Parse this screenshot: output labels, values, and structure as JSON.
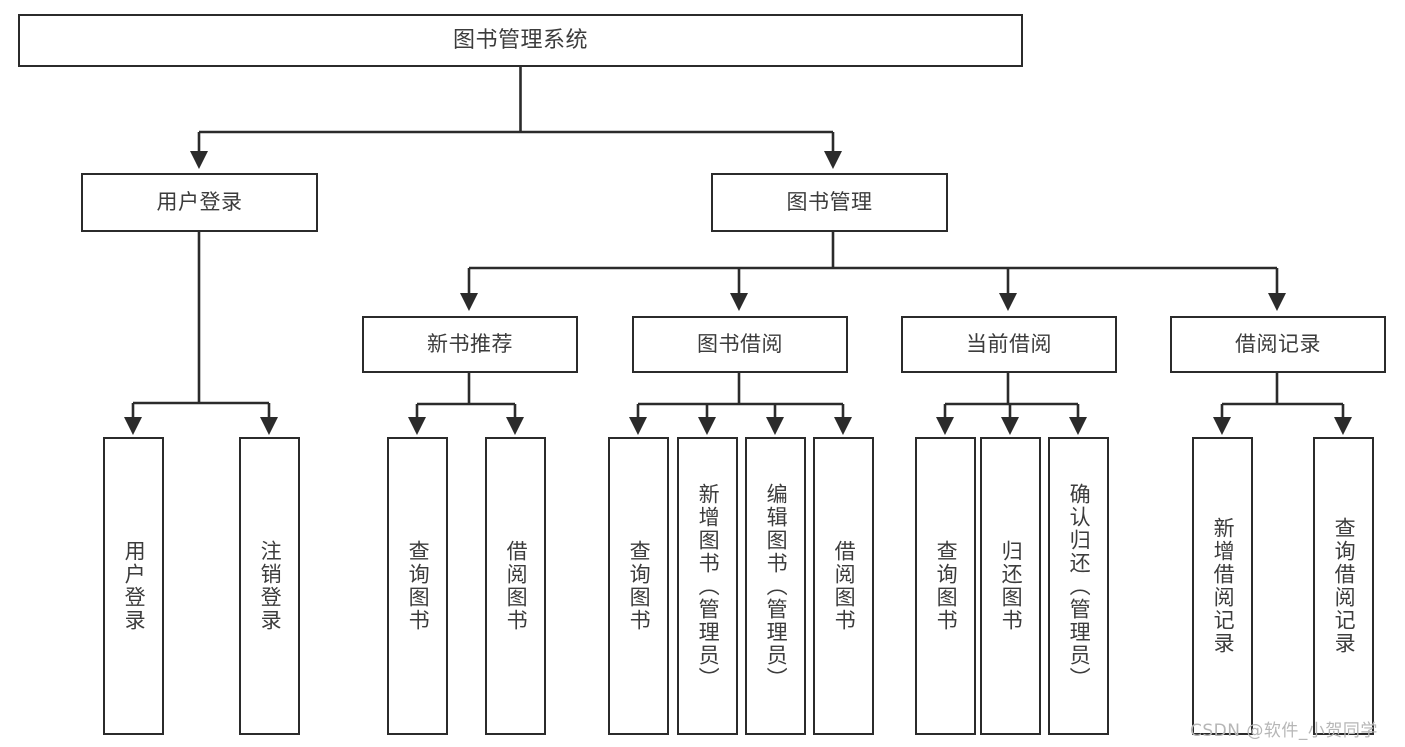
{
  "diagram": {
    "title": "图书管理系统",
    "type": "tree",
    "colors": {
      "box_border": "#2b2b2b",
      "box_fill": "#ffffff",
      "text": "#3c3c3c",
      "edge": "#2b2b2b",
      "watermark": "#b6b6b6",
      "background": "#ffffff"
    },
    "nodes": {
      "root": {
        "label": "图书管理系统"
      },
      "level2": [
        {
          "id": "user-login",
          "label": "用户登录"
        },
        {
          "id": "book-manage",
          "label": "图书管理"
        }
      ],
      "level3": [
        {
          "id": "new-book-recommend",
          "label": "新书推荐",
          "parent": "book-manage"
        },
        {
          "id": "book-borrow",
          "label": "图书借阅",
          "parent": "book-manage"
        },
        {
          "id": "current-borrow",
          "label": "当前借阅",
          "parent": "book-manage"
        },
        {
          "id": "borrow-record",
          "label": "借阅记录",
          "parent": "book-manage"
        }
      ],
      "leaves": [
        {
          "id": "leaf-user-login",
          "label": "用户登录",
          "parent": "user-login"
        },
        {
          "id": "leaf-logout-login",
          "label": "注销登录",
          "parent": "user-login"
        },
        {
          "id": "leaf-query-book-1",
          "label": "查询图书",
          "parent": "new-book-recommend"
        },
        {
          "id": "leaf-borrow-book-1",
          "label": "借阅图书",
          "parent": "new-book-recommend"
        },
        {
          "id": "leaf-query-book-2",
          "label": "查询图书",
          "parent": "book-borrow"
        },
        {
          "id": "leaf-add-book",
          "label": "新增图书（管理员）",
          "parent": "book-borrow"
        },
        {
          "id": "leaf-edit-book",
          "label": "编辑图书（管理员）",
          "parent": "book-borrow"
        },
        {
          "id": "leaf-borrow-book-2",
          "label": "借阅图书",
          "parent": "book-borrow"
        },
        {
          "id": "leaf-query-book-3",
          "label": "查询图书",
          "parent": "current-borrow"
        },
        {
          "id": "leaf-return-book",
          "label": "归还图书",
          "parent": "current-borrow"
        },
        {
          "id": "leaf-confirm-return",
          "label": "确认归还（管理员）",
          "parent": "current-borrow"
        },
        {
          "id": "leaf-add-record",
          "label": "新增借阅记录",
          "parent": "borrow-record"
        },
        {
          "id": "leaf-query-record",
          "label": "查询借阅记录",
          "parent": "borrow-record"
        }
      ]
    }
  },
  "watermark": {
    "text": "CSDN @软件_小贺同学"
  }
}
